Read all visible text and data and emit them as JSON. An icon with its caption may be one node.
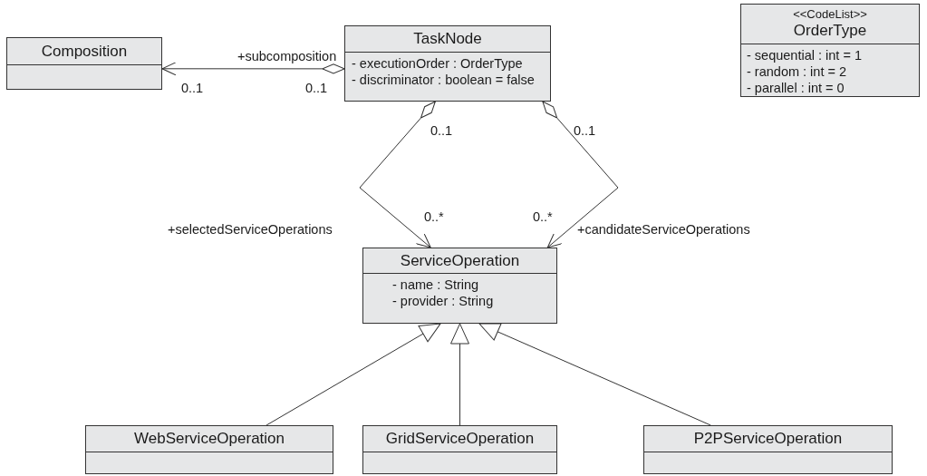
{
  "diagram": {
    "nodes": [
      {
        "text": [
          "Composition"
        ]
      },
      {
        "text": [
          "TaskNode",
          "- executionOrder : OrderType",
          "- discriminator : boolean = false"
        ]
      },
      {
        "text": [
          "<<CodeList>>",
          "OrderType",
          "- sequential : int = 1",
          "- random : int = 2",
          "- parallel : int = 0"
        ]
      },
      {
        "text": [
          "ServiceOperation",
          "- name : String",
          "- provider : String"
        ]
      },
      {
        "text": [
          "WebServiceOperation"
        ]
      },
      {
        "text": [
          "GridServiceOperation"
        ]
      },
      {
        "text": [
          "P2PServiceOperation"
        ]
      }
    ],
    "edges": [
      {
        "from": 1,
        "to": 0,
        "arrow": "to",
        "label": "+subcomposition"
      },
      {
        "from": 1,
        "to": 3,
        "arrow": "to",
        "label": "+selectedServiceOperations"
      },
      {
        "from": 1,
        "to": 3,
        "arrow": "to",
        "label": "+candidateServiceOperations"
      },
      {
        "from": 4,
        "to": 3,
        "arrow": "to"
      },
      {
        "from": 5,
        "to": 3,
        "arrow": "to"
      },
      {
        "from": 6,
        "to": 3,
        "arrow": "to"
      }
    ],
    "labels": [
      "0..1",
      "0..1",
      "0..1",
      "0..1",
      "0..*",
      "0..*"
    ]
  }
}
